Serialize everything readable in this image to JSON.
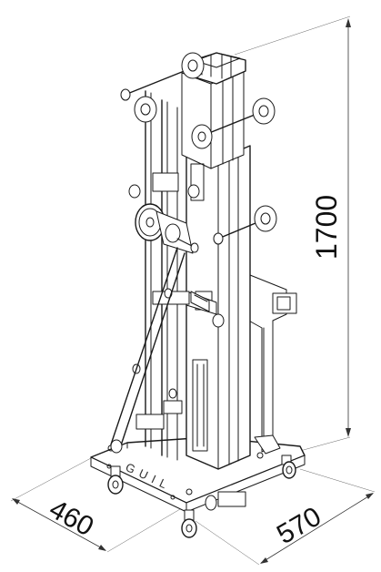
{
  "dimensions": {
    "height": "1700",
    "depth": "460",
    "width": "570"
  },
  "brand": {
    "logo_text": "GUIL"
  },
  "colors": {
    "line": "#1a1a1a",
    "background": "#ffffff"
  }
}
